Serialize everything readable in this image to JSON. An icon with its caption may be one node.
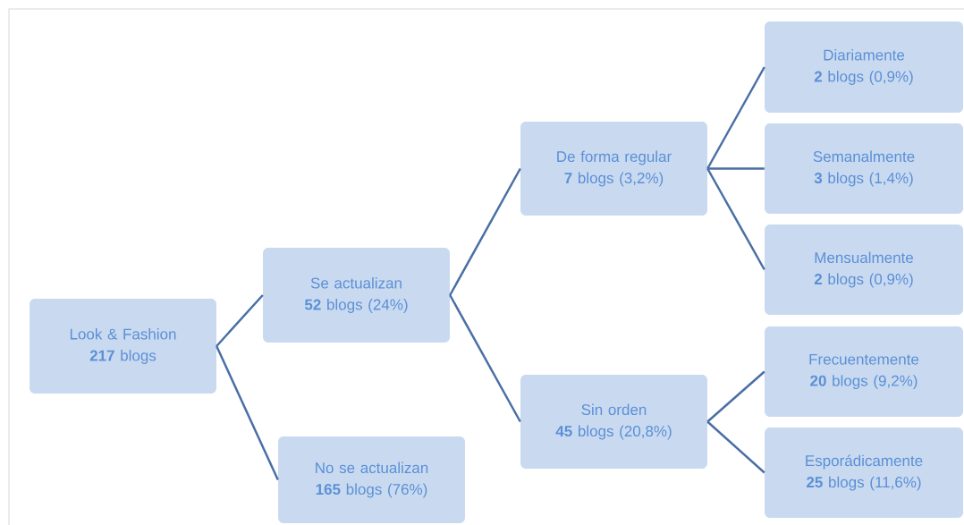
{
  "diagram": {
    "nodes": [
      {
        "text": [
          "Look & Fashion",
          "**217** blogs"
        ]
      },
      {
        "text": [
          "Se actualizan",
          "**52** blogs (24%)"
        ]
      },
      {
        "text": [
          "No se actualizan",
          "**165** blogs (76%)"
        ]
      },
      {
        "text": [
          "De forma regular",
          "**7** blogs (3,2%)"
        ]
      },
      {
        "text": [
          "Sin orden",
          "**45** blogs (20,8%)"
        ]
      },
      {
        "text": [
          "Diariamente",
          "**2** blogs (0,9%)"
        ]
      },
      {
        "text": [
          "Semanalmente",
          "**3** blogs (1,4%)"
        ]
      },
      {
        "text": [
          "Mensualmente",
          "**2** blogs (0,9%)"
        ]
      },
      {
        "text": [
          "Frecuentemente",
          "**20** blogs (9,2%)"
        ]
      },
      {
        "text": [
          "Esporádicamente",
          "**25** blogs (11,6%)"
        ]
      }
    ],
    "edges": [
      {
        "from": 0,
        "to": 1,
        "arrow": "none"
      },
      {
        "from": 0,
        "to": 2,
        "arrow": "none"
      },
      {
        "from": 1,
        "to": 3,
        "arrow": "none"
      },
      {
        "from": 1,
        "to": 4,
        "arrow": "none"
      },
      {
        "from": 3,
        "to": 5,
        "arrow": "none"
      },
      {
        "from": 3,
        "to": 6,
        "arrow": "none"
      },
      {
        "from": 3,
        "to": 7,
        "arrow": "none"
      },
      {
        "from": 4,
        "to": 8,
        "arrow": "none"
      },
      {
        "from": 4,
        "to": 9,
        "arrow": "none"
      }
    ]
  }
}
